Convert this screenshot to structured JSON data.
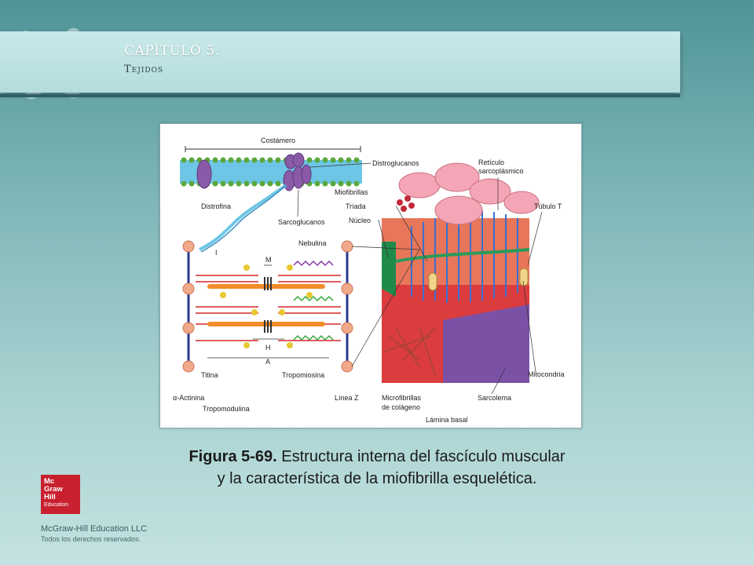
{
  "header": {
    "chapter": "CAPÍTULO 5.",
    "subtitle": "Tejidos"
  },
  "figure": {
    "labels": {
      "costamero": "Costámero",
      "distroglucanos": "Distroglucanos",
      "reticulo1": "Retículo",
      "reticulo2": "sarcoplásmico",
      "miofibrillas": "Miofibrillas",
      "triada": "Tríada",
      "nucleo": "Núcleo",
      "tubulo": "Túbulo T",
      "distrofina": "Distrofina",
      "sarcoglucanos": "Sarcoglucanos",
      "nebulina": "Nebulina",
      "i": "I",
      "m": "M",
      "h": "H",
      "a": "A",
      "titina": "Titina",
      "tropomiosina": "Tropomiosina",
      "alfa_actinina": "α-Actinina",
      "tropomodulina": "Tropomodulina",
      "linea_z": "Línea Z",
      "microfibrillas1": "Microfibrillas",
      "microfibrillas2": "de colágeno",
      "lamina_basal": "Lámina basal",
      "sarcolema": "Sarcolema",
      "mitocondria": "Mitocondria"
    }
  },
  "caption": {
    "bold": "Figura 5-69.",
    "line1": " Estructura interna del fascículo  muscular",
    "line2": "y la característica de la miofibrilla esquelética."
  },
  "publisher": {
    "logo_lines": [
      "Mc",
      "Graw",
      "Hill",
      "Education"
    ],
    "company": "McGraw-Hill Education LLC",
    "rights": "Todos los derechos reservados."
  }
}
